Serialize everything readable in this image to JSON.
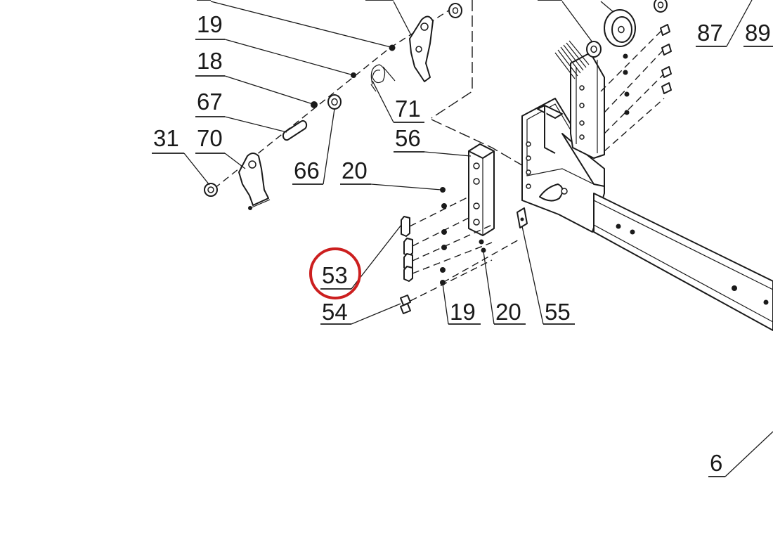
{
  "diagram": {
    "highlight_color": "#cc1f1f",
    "highlighted_label": "53",
    "labels": {
      "l19a": "19",
      "l18": "18",
      "l67": "67",
      "l31": "31",
      "l70": "70",
      "l66": "66",
      "l71": "71",
      "l56": "56",
      "l20a": "20",
      "l53": "53",
      "l54": "54",
      "l19b": "19",
      "l20b": "20",
      "l55": "55",
      "l87": "87",
      "l89": "89",
      "l6": "6"
    }
  }
}
